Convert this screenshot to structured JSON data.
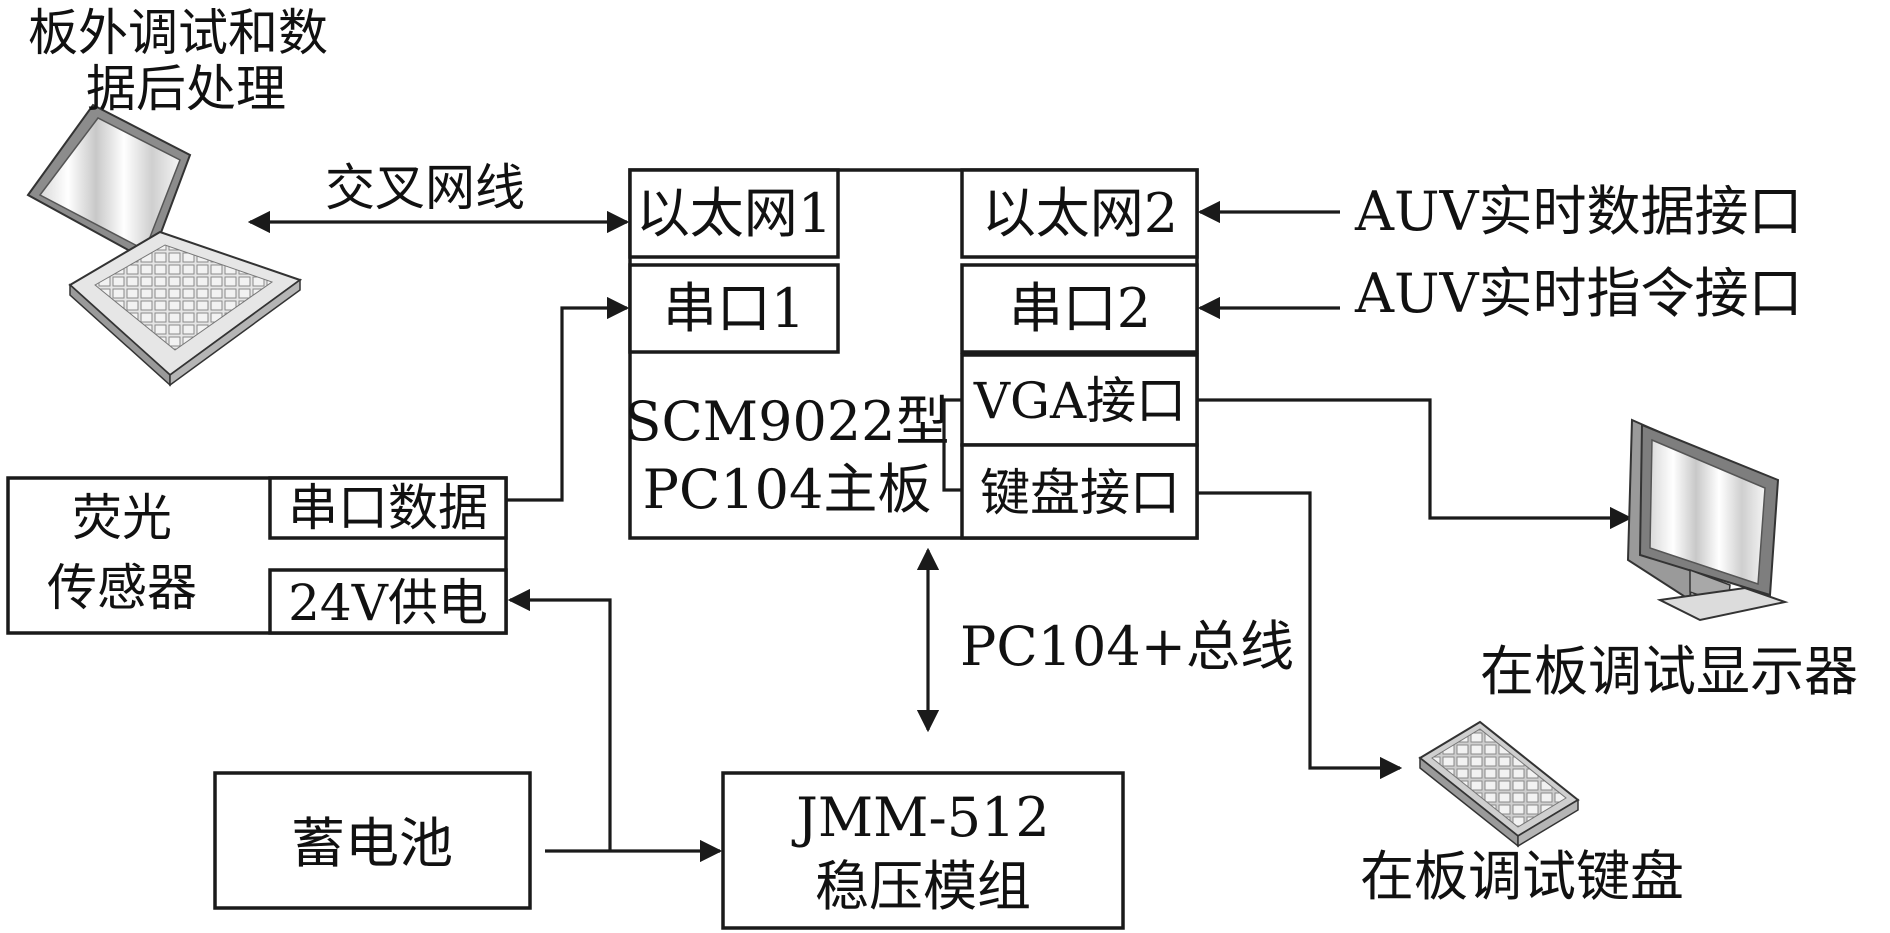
{
  "laptop": {
    "icon": "laptop-icon",
    "caption_line1": "板外调试和数",
    "caption_line2": "据后处理"
  },
  "edges": {
    "crossover_cable": "交叉网线",
    "pc104_bus": "PC104+总线"
  },
  "mainboard": {
    "center_line1": "SCM9022型",
    "center_line2": "PC104主板",
    "ethernet1": "以太网1",
    "serial1": "串口1",
    "ethernet2": "以太网2",
    "serial2": "串口2",
    "vga": "VGA接口",
    "keyboard_port": "键盘接口"
  },
  "external_inputs": {
    "auv_data": "AUV实时数据接口",
    "auv_command": "AUV实时指令接口"
  },
  "sensor": {
    "name_line1": "荧光",
    "name_line2": "传感器",
    "serial_data": "串口数据",
    "power": "24V供电"
  },
  "battery": {
    "label": "蓄电池"
  },
  "regulator": {
    "line1": "JMM-512",
    "line2": "稳压模组"
  },
  "monitor": {
    "icon": "monitor-icon",
    "caption": "在板调试显示器"
  },
  "keyboard": {
    "icon": "keyboard-icon",
    "caption": "在板调试键盘"
  },
  "colors": {
    "line": "#1a1a1a",
    "background": "#ffffff"
  }
}
